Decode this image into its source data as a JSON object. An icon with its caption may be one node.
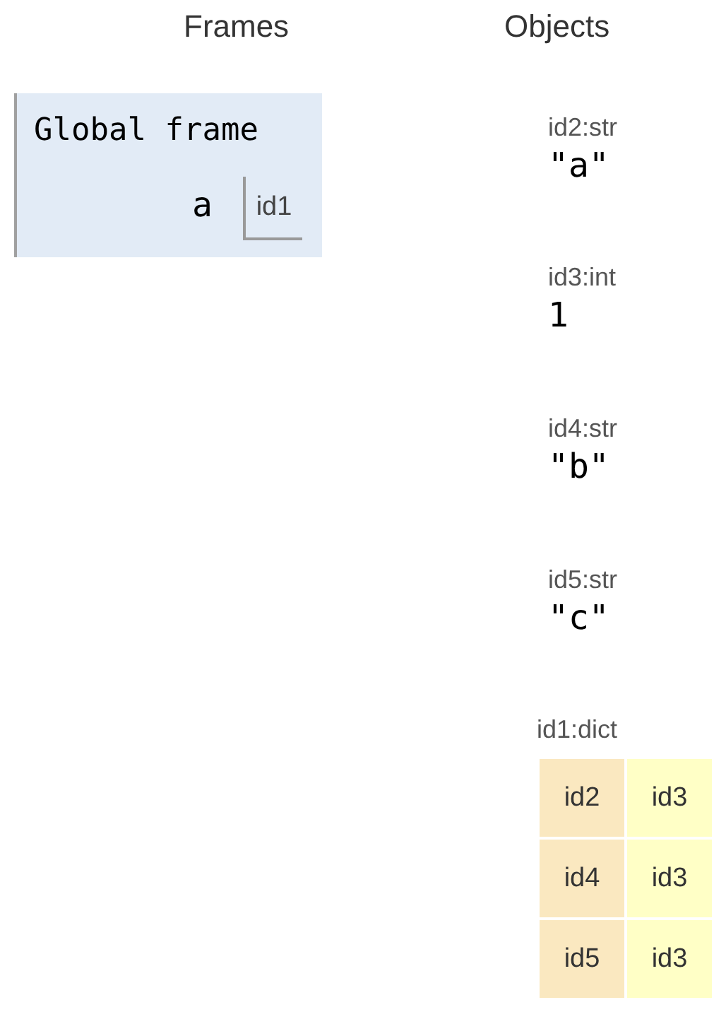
{
  "diagram": {
    "nodes": [
      {
        "text": [
          "Global frame"
        ]
      },
      {
        "text": [
          "id1"
        ],
        "in": 0,
        "beside": [
          "a"
        ]
      },
      {
        "text": [
          "id2:str",
          "\"a\""
        ]
      },
      {
        "text": [
          "id3:int",
          "1"
        ]
      },
      {
        "text": [
          "id4:str",
          "\"b\""
        ]
      },
      {
        "text": [
          "id5:str",
          "\"c\""
        ]
      },
      {
        "text": [
          "id1:dict"
        ]
      },
      {
        "text": [
          "id2"
        ],
        "in": 6
      },
      {
        "text": [
          "id3"
        ],
        "in": 6
      },
      {
        "text": [
          "id4"
        ],
        "in": 6
      },
      {
        "text": [
          "id3"
        ],
        "in": 6
      },
      {
        "text": [
          "id5"
        ],
        "in": 6
      },
      {
        "text": [
          "id3"
        ],
        "in": 6
      }
    ],
    "edges": [],
    "labels": [
      "Frames",
      "Objects"
    ]
  }
}
